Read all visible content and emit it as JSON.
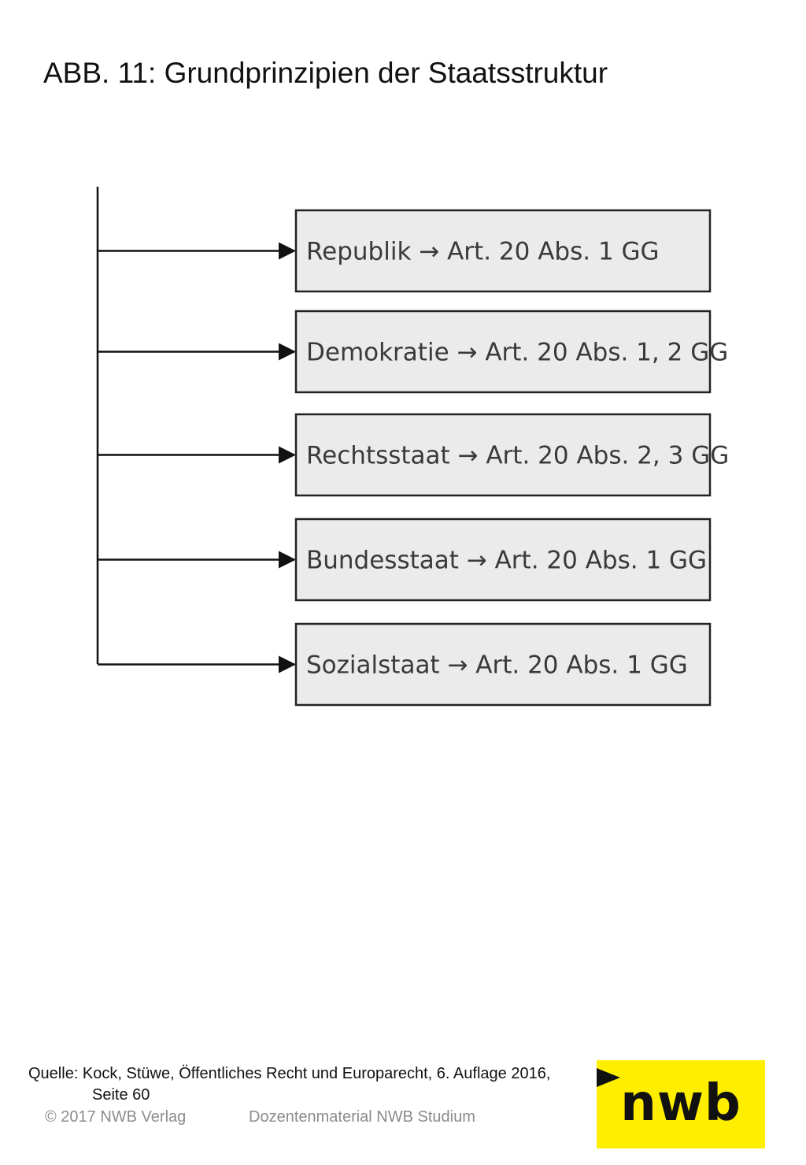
{
  "title": "ABB. 11:  Grundprinzipien der Staatsstruktur",
  "principles": [
    "Republik → Art. 20 Abs. 1 GG",
    "Demokratie → Art. 20 Abs. 1, 2 GG",
    "Rechtsstaat → Art. 20 Abs. 2, 3 GG",
    "Bundesstaat → Art. 20 Abs. 1 GG",
    "Sozialstaat → Art. 20 Abs. 1 GG"
  ],
  "footer": {
    "source_line1": "Quelle: Kock, Stüwe, Öffentliches Recht und Europarecht, 6. Auflage 2016,",
    "source_line2": "Seite 60",
    "copyright": "© 2017 NWB Verlag",
    "material": "Dozentenmaterial NWB Studium"
  },
  "logo": {
    "text": "nwb",
    "color": "#ffee00"
  },
  "colors": {
    "box_fill": "#ebebeb",
    "box_border": "#222222"
  }
}
